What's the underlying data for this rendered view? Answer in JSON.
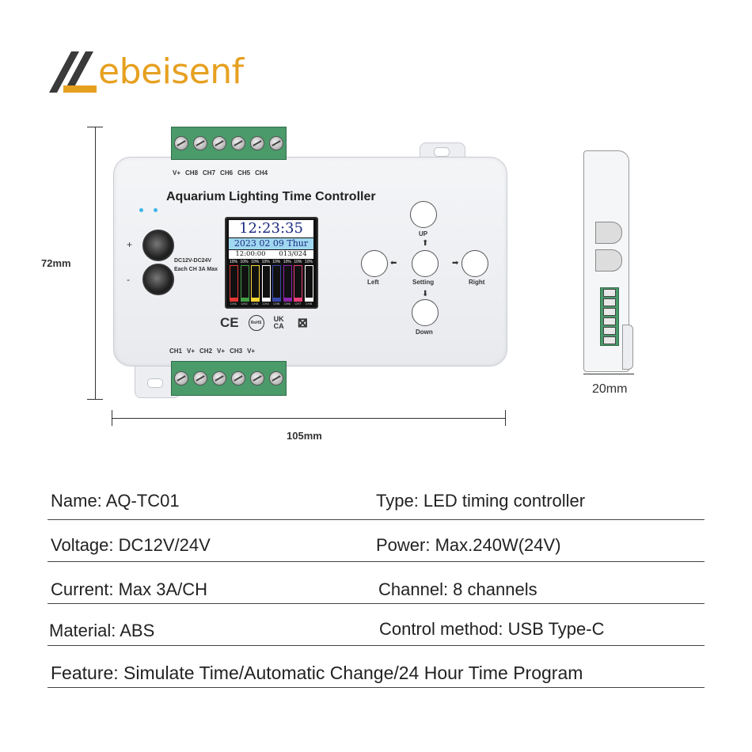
{
  "brand": {
    "name": "ebeisenf",
    "color": "#e6a020"
  },
  "dimensions": {
    "height": "72mm",
    "width": "105mm",
    "depth": "20mm"
  },
  "device": {
    "title": "Aquarium Lighting Time Controller",
    "top_pins": [
      "V+",
      "CH8",
      "CH7",
      "CH6",
      "CH5",
      "CH4"
    ],
    "bottom_pins": [
      "CH1",
      "V+",
      "CH2",
      "V+",
      "CH3",
      "V+"
    ],
    "power_plus": "+",
    "power_minus": "-",
    "power_text_1": "DC12V-DC24V",
    "power_text_2": "Each CH 3A Max",
    "lcd": {
      "time": "12:23:35",
      "date": "2023 02 09 Thur",
      "prog_time": "12:00:00",
      "prog_count": "013/024",
      "bars": [
        {
          "name": "CH1",
          "pct": "10%",
          "color": "#e53935",
          "level": 0.1
        },
        {
          "name": "CH2",
          "pct": "10%",
          "color": "#43a047",
          "level": 0.1
        },
        {
          "name": "CH3",
          "pct": "10%",
          "color": "#fdd835",
          "level": 0.1
        },
        {
          "name": "CH4",
          "pct": "10%",
          "color": "#ffffff",
          "level": 0.1
        },
        {
          "name": "CH5",
          "pct": "10%",
          "color": "#3949ab",
          "level": 0.1
        },
        {
          "name": "CH6",
          "pct": "10%",
          "color": "#8e24aa",
          "level": 0.1
        },
        {
          "name": "CH7",
          "pct": "10%",
          "color": "#ec407a",
          "level": 0.1
        },
        {
          "name": "CH8",
          "pct": "10%",
          "color": "#ffffff",
          "level": 0.1
        }
      ]
    },
    "certs": {
      "ce": "CE",
      "rohs": "RoHS",
      "ukca": "UK CA",
      "weee": "⊠"
    },
    "buttons": {
      "up": "UP",
      "setting": "Setting",
      "left": "Left",
      "right": "Right",
      "down": "Down"
    }
  },
  "specs": [
    {
      "left": "Name: AQ-TC01",
      "right": "Type: LED timing controller"
    },
    {
      "left": "Voltage: DC12V/24V",
      "right": "Power: Max.240W(24V)"
    },
    {
      "left": "Current: Max 3A/CH",
      "right": "Channel: 8 channels"
    },
    {
      "left": "Material: ABS",
      "right": "Control method: USB Type-C"
    }
  ],
  "feature": "Feature: Simulate Time/Automatic Change/24 Hour Time Program"
}
